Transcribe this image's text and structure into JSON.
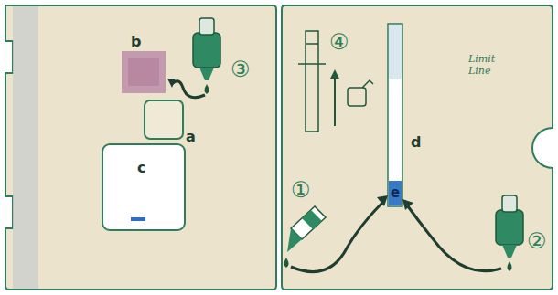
{
  "diagram": {
    "labels": [
      "b",
      "③",
      "a",
      "c",
      "④",
      "d",
      "①",
      "e",
      "②",
      "Limit Line"
    ]
  }
}
